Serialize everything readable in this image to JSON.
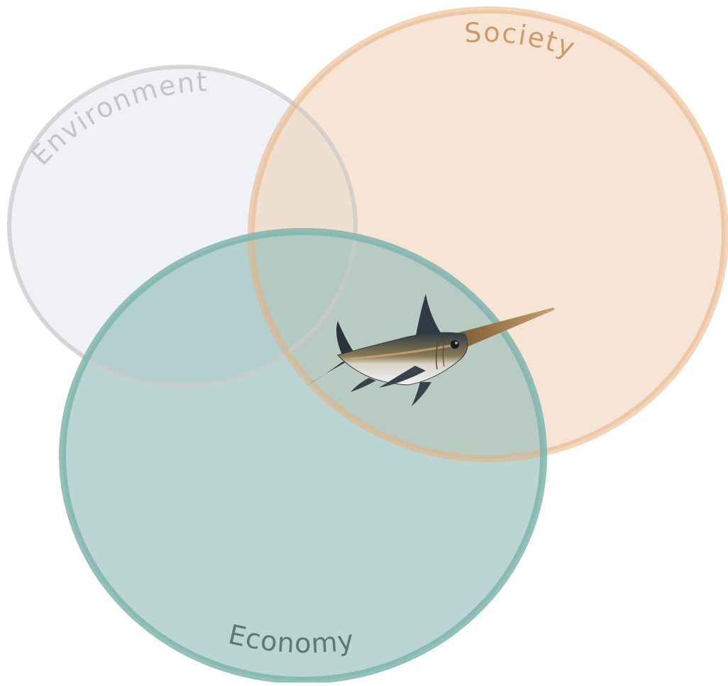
{
  "diagram": {
    "circles": [
      {
        "id": "environment",
        "label": "Environment",
        "fill": "#e6e8ee",
        "stroke": "#cacaca",
        "label_color": "#c4c4c4"
      },
      {
        "id": "society",
        "label": "Society",
        "fill": "#efcfb0",
        "stroke": "#e7b180",
        "label_color": "#cf9a6a"
      },
      {
        "id": "economy",
        "label": "Economy",
        "fill": "#8fbbb6",
        "stroke": "#7fb5ae",
        "label_color": "#5e7775"
      }
    ],
    "center_figure": {
      "subject": "swordfish-illustration"
    }
  }
}
